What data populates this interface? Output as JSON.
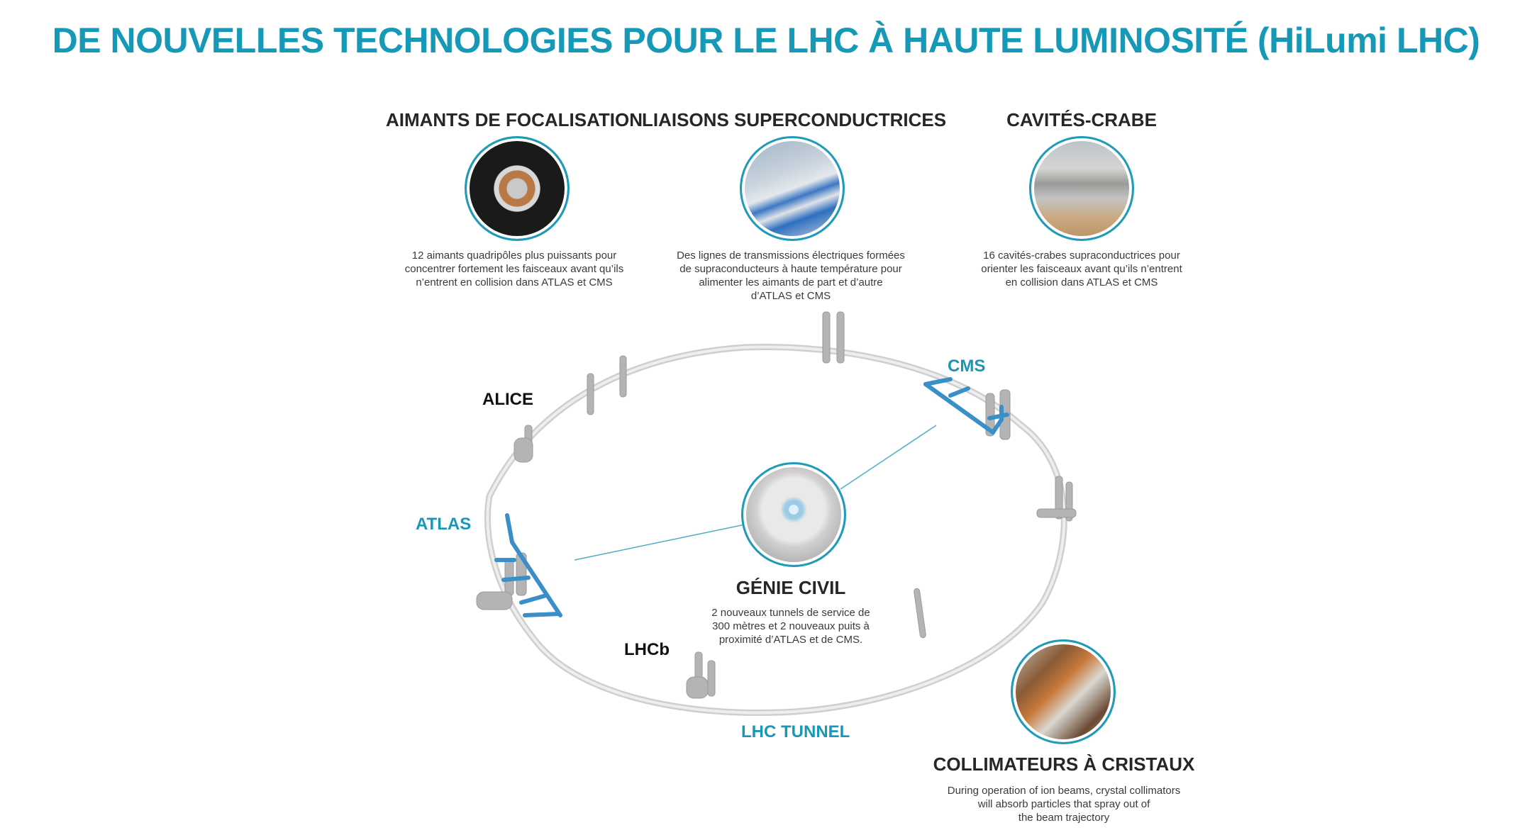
{
  "title": "DE NOUVELLES TECHNOLOGIES POUR LE LHC À HAUTE LUMINOSITÉ (HiLumi LHC)",
  "colors": {
    "accent": "#1699b6",
    "heading": "#262626",
    "body_text": "#3a3a3a",
    "ring_gray": "#c8c8c8",
    "highlight_blue": "#3b8fc9"
  },
  "features": [
    {
      "id": "aimants",
      "heading": "AIMANTS DE FOCALISATION",
      "lines": [
        "12 aimants quadripôles plus puissants pour",
        "concentrer fortement les faisceaux avant qu’ils",
        "n’entrent en collision dans ATLAS et CMS"
      ],
      "image": "quadrupole-magnet-photo"
    },
    {
      "id": "liaisons",
      "heading": "LIAISONS SUPERCONDUCTRICES",
      "lines": [
        "Des lignes de transmissions électriques formées",
        "de supraconducteurs à haute température pour",
        "alimenter les aimants de part et d’autre",
        "d’ATLAS et CMS"
      ],
      "image": "superconducting-link-photo"
    },
    {
      "id": "cavites",
      "heading": "CAVITÉS-CRABE",
      "lines": [
        "16 cavités-crabes supraconductrices pour",
        "orienter les faisceaux avant qu’ils n’entrent",
        "en collision dans ATLAS et CMS"
      ],
      "image": "crab-cavity-photo"
    },
    {
      "id": "genie",
      "heading": "GÉNIE CIVIL",
      "lines": [
        "2 nouveaux tunnels de service de",
        "300 mètres et 2 nouveaux puits à",
        "proximité d’ATLAS et de CMS."
      ],
      "image": "tunnel-photo"
    },
    {
      "id": "collimateurs",
      "heading": "COLLIMATEURS À CRISTAUX",
      "lines": [
        "During operation of ion beams, crystal collimators",
        "will absorb particles that spray out of",
        "the beam trajectory"
      ],
      "image": "crystal-collimator-photo"
    }
  ],
  "ring_labels": {
    "alice": "ALICE",
    "atlas": "ATLAS",
    "cms": "CMS",
    "lhcb": "LHCb",
    "tunnel": "LHC TUNNEL"
  }
}
